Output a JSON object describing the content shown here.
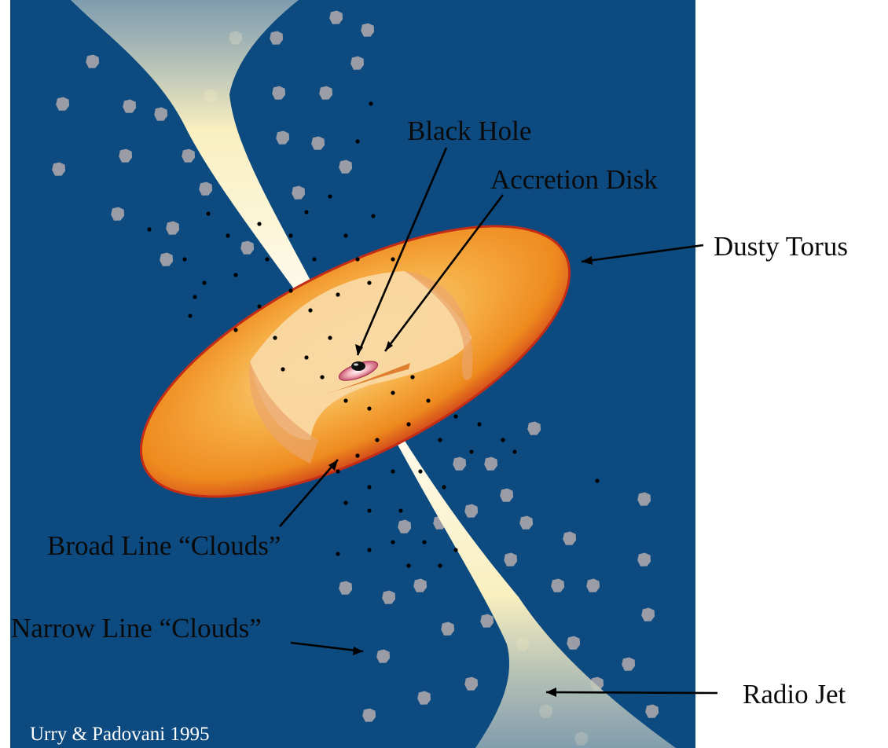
{
  "labels": {
    "black_hole": "Black Hole",
    "accretion_disk": "Accretion Disk",
    "dusty_torus": "Dusty Torus",
    "broad_line_clouds": "Broad Line “Clouds”",
    "narrow_line_clouds": "Narrow Line “Clouds”",
    "radio_jet": "Radio Jet"
  },
  "credit": "Urry & Padovani 1995",
  "colors": {
    "background": "#0d4a80",
    "jet": "#fff4c4",
    "torus_outer": "#f29a1c",
    "torus_edge": "#cf2a12",
    "torus_inner": "#f8cc8a",
    "narrow_clouds": "#9a9da6",
    "broad_clouds": "#000000",
    "accretion_disk": "#e98fa0",
    "black_hole": "#111111"
  }
}
